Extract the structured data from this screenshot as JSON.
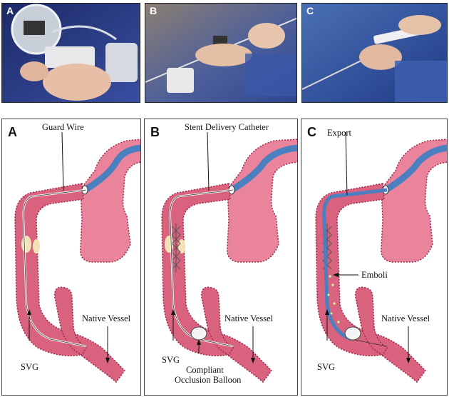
{
  "photos": [
    {
      "letter": "A"
    },
    {
      "letter": "B"
    },
    {
      "letter": "C"
    }
  ],
  "panels": [
    {
      "letter": "A",
      "top_label": "Guard Wire",
      "graft_label": "SVG",
      "vessel_label": "Native Vessel"
    },
    {
      "letter": "B",
      "top_label": "Stent Delivery Catheter",
      "graft_label": "SVG",
      "vessel_label": "Native Vessel",
      "balloon_label_line1": "Compliant",
      "balloon_label_line2": "Occlusion Balloon"
    },
    {
      "letter": "C",
      "top_label": "Export",
      "graft_label": "SVG",
      "vessel_label": "Native Vessel",
      "emboli_label": "Emboli"
    }
  ],
  "colors": {
    "vessel_fill": "#d9637f",
    "vessel_dark": "#9b2848",
    "aorta_fill": "#e9849c",
    "wire_blue": "#4a7fc0",
    "photo_blue": "#2c3d8a"
  }
}
